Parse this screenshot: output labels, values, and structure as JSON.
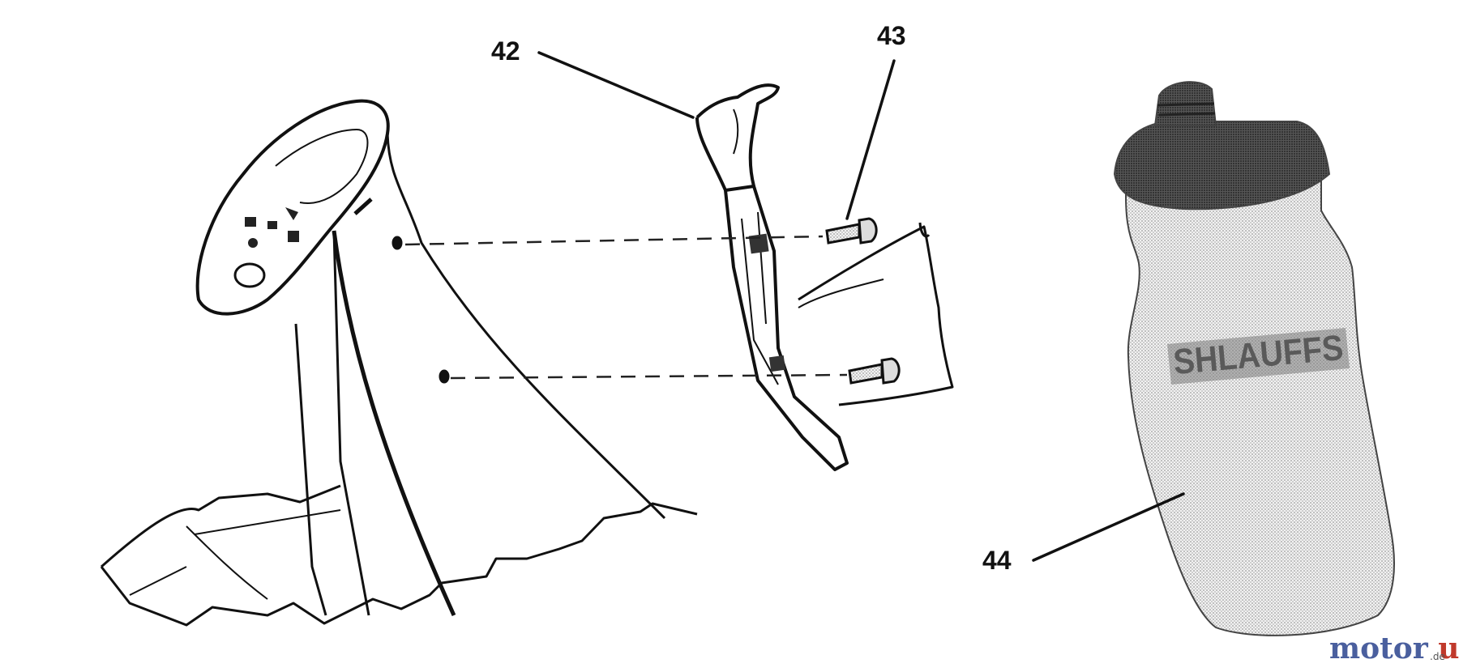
{
  "callouts": [
    {
      "id": "42",
      "label": "42"
    },
    {
      "id": "43",
      "label": "43"
    },
    {
      "id": "44",
      "label": "44"
    }
  ],
  "bottle_print": "SHLAUFFS",
  "watermark": {
    "text": "motoruf",
    "suffix": ".de",
    "colors": {
      "part1": "#4a5f9e",
      "part2": "#c0392b"
    }
  },
  "colors": {
    "line": "#111111",
    "bottle_cap": "#3a3a3a",
    "bottle_body": "#cfcfcf"
  }
}
